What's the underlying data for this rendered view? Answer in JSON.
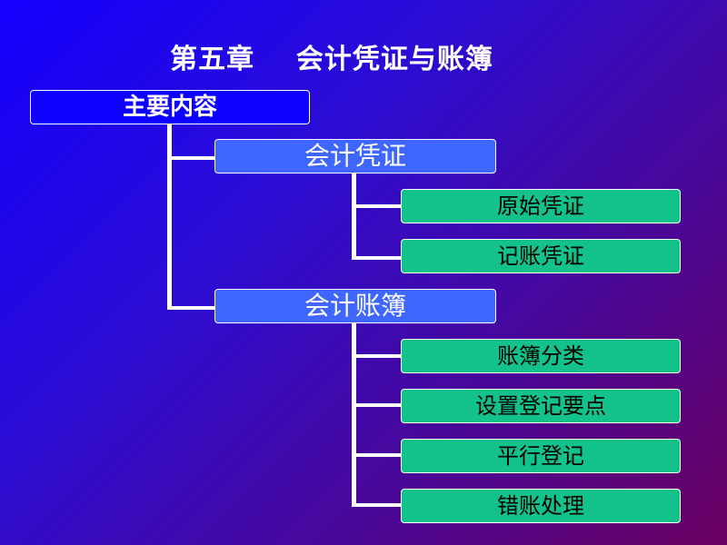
{
  "title": "第五章    会计凭证与账簿",
  "root": "主要内容",
  "sections": [
    {
      "label": "会计凭证",
      "children": [
        "原始凭证",
        "记账凭证"
      ]
    },
    {
      "label": "会计账簿",
      "children": [
        "账簿分类",
        "设置登记要点",
        "平行登记",
        "错账处理"
      ]
    }
  ],
  "colors": {
    "background_start": "#1400ff",
    "background_end": "#6a0060",
    "root_box": "#0d00ff",
    "section_box": "#3f66ff",
    "item_box": "#12c28a",
    "connector": "#ffffff"
  }
}
